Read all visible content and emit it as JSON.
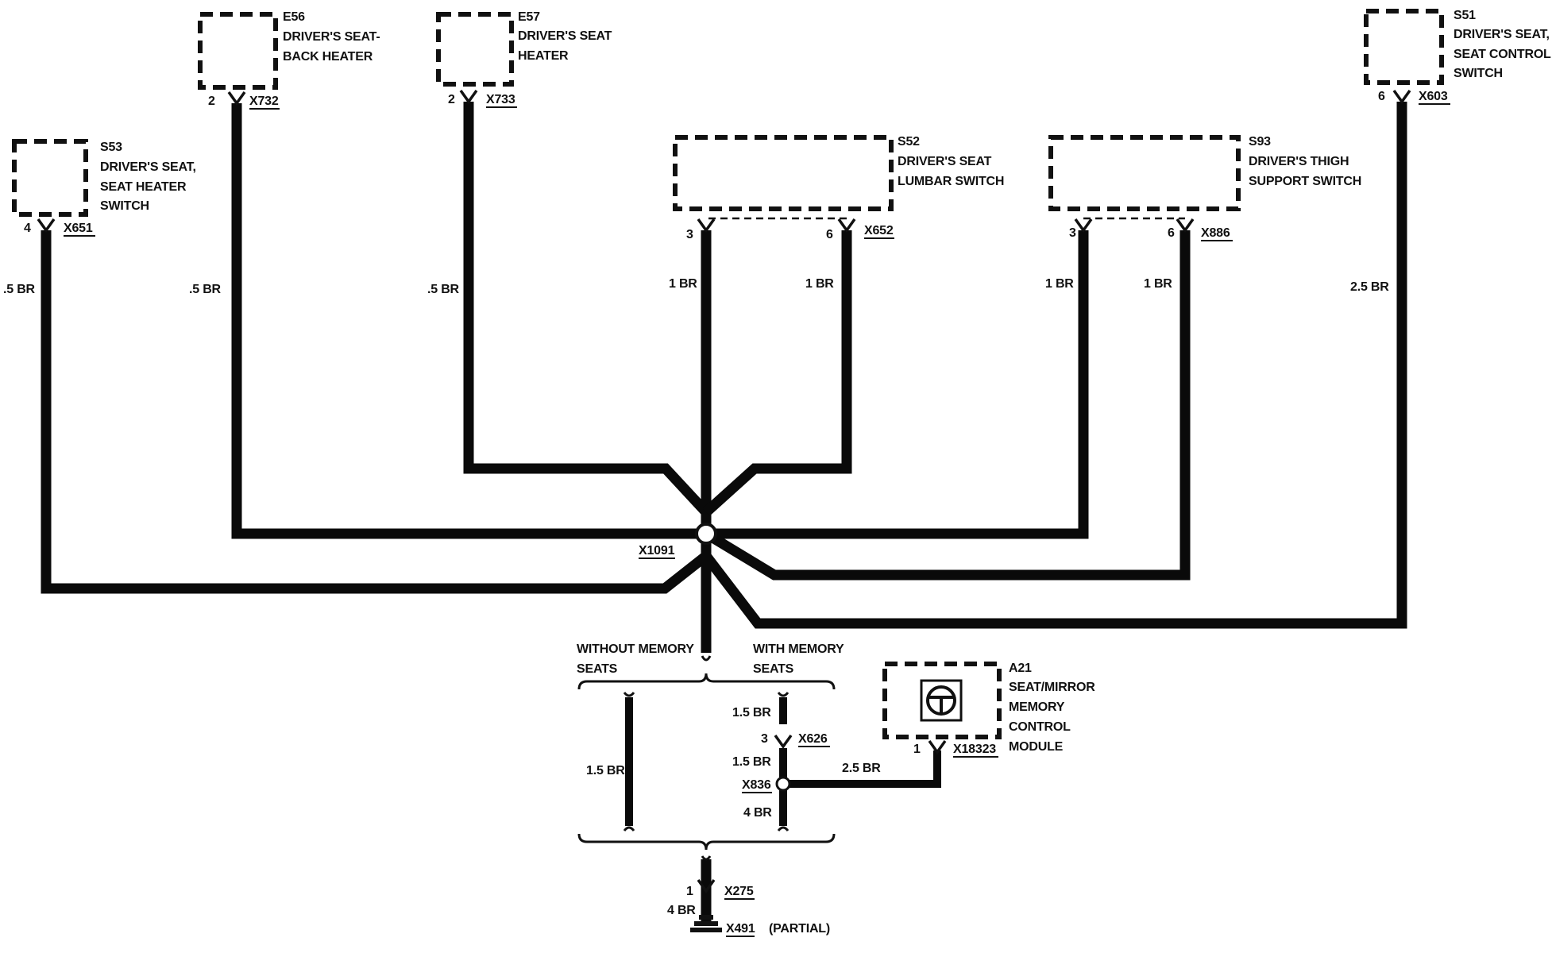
{
  "components": [
    {
      "id": "S53",
      "name_lines": [
        "DRIVER'S SEAT,",
        "SEAT HEATER",
        "SWITCH"
      ],
      "pin": "4",
      "connector": "X651",
      "wire": ".5 BR"
    },
    {
      "id": "E56",
      "name_lines": [
        "DRIVER'S SEAT-",
        "BACK HEATER"
      ],
      "pin": "2",
      "connector": "X732",
      "wire": ".5 BR"
    },
    {
      "id": "E57",
      "name_lines": [
        "DRIVER'S SEAT",
        "HEATER"
      ],
      "pin": "2",
      "connector": "X733",
      "wire": ".5 BR"
    },
    {
      "id": "S52",
      "name_lines": [
        "DRIVER'S SEAT",
        "LUMBAR SWITCH"
      ],
      "pins": [
        "3",
        "6"
      ],
      "connector": "X652",
      "wires": [
        "1 BR",
        "1 BR"
      ]
    },
    {
      "id": "S93",
      "name_lines": [
        "DRIVER'S THIGH",
        "SUPPORT SWITCH"
      ],
      "pins": [
        "3",
        "6"
      ],
      "connector": "X886",
      "wires": [
        "1 BR",
        "1 BR"
      ]
    },
    {
      "id": "S51",
      "name_lines": [
        "DRIVER'S SEAT,",
        "SEAT CONTROL",
        "SWITCH"
      ],
      "pin": "6",
      "connector": "X603",
      "wire": "2.5 BR"
    },
    {
      "id": "A21",
      "name_lines": [
        "SEAT/MIRROR",
        "MEMORY",
        "CONTROL",
        "MODULE"
      ],
      "pin": "1",
      "connector": "X18323",
      "wire": "2.5 BR"
    }
  ],
  "splice": {
    "id": "X1091"
  },
  "options": {
    "without": {
      "lines": [
        "WITHOUT MEMORY",
        "SEATS"
      ],
      "wire": "1.5 BR"
    },
    "with": {
      "lines": [
        "WITH MEMORY",
        "SEATS"
      ],
      "wire_top": "1.5 BR",
      "pin": "3",
      "connector": "X626",
      "wire_mid": "1.5 BR",
      "splice": "X836",
      "wire_bottom": "4 BR"
    }
  },
  "ground": {
    "pin": "1",
    "connector": "X275",
    "wire": "4 BR",
    "ground_id": "X491",
    "note": "(PARTIAL)"
  }
}
